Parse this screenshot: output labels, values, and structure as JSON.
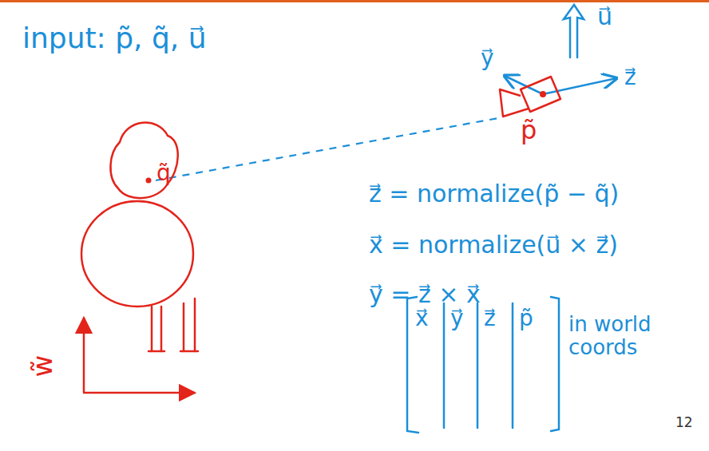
{
  "diagram": {
    "labels": [
      "input: p̃, q̃, u⃗",
      "u⃗",
      "y⃗",
      "z⃗",
      "p̃",
      "q̃",
      "z⃗ = normalize(p̃ − q̃)",
      "x⃗ = normalize(u⃗ × z⃗)",
      "y⃗ = z⃗ × x⃗",
      "x⃗",
      "y⃗",
      "z⃗",
      "p̃",
      "in world coords",
      "w̃",
      "12"
    ]
  }
}
